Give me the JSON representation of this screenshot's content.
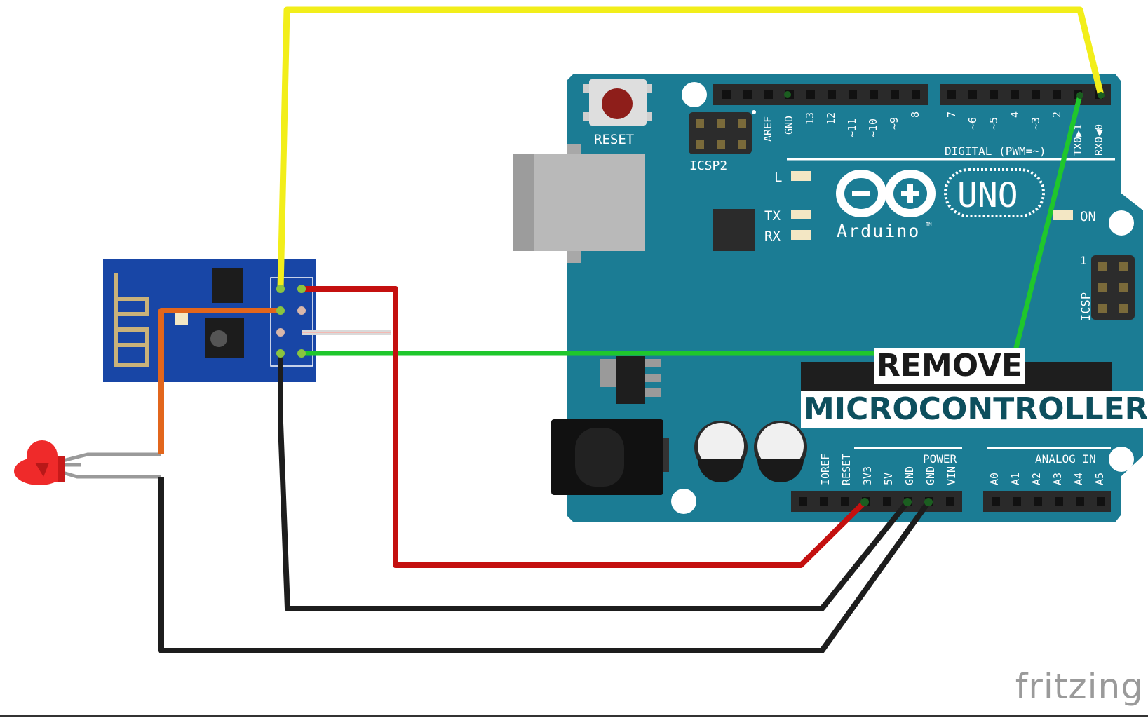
{
  "board": {
    "reset_label": "RESET",
    "icsp2_label": "ICSP2",
    "icsp_label": "ICSP",
    "icsp_pin1": "1",
    "aref": "AREF",
    "gnd": "GND",
    "digital_pins_left": [
      "13",
      "12",
      "~11",
      "~10",
      "~9",
      "8"
    ],
    "digital_pins_right": [
      "7",
      "~6",
      "~5",
      "4",
      "~3",
      "2",
      "TX0▶1",
      "RX0◀0"
    ],
    "digital_label": "DIGITAL (PWM=~)",
    "led_l": "L",
    "led_tx": "TX",
    "led_rx": "RX",
    "led_on": "ON",
    "brand": "Arduino",
    "tm": "TM",
    "model": "UNO",
    "power_label": "POWER",
    "power_pins": [
      "IOREF",
      "RESET",
      "3V3",
      "5V",
      "GND",
      "GND",
      "VIN"
    ],
    "analog_label": "ANALOG IN",
    "analog_pins": [
      "A0",
      "A1",
      "A2",
      "A3",
      "A4",
      "A5"
    ]
  },
  "stamp": {
    "line1": "REMOVE",
    "line2": "MICROCONTROLLER"
  },
  "watermark": "fritzing",
  "colors": {
    "board": "#1b7c94",
    "esp_board": "#1846a6",
    "wire_yellow": "#f2ee1a",
    "wire_red": "#c4100f",
    "wire_green": "#1fc72c",
    "wire_black": "#1d1d1d",
    "wire_orange": "#e2661c",
    "led_red": "#ef2a2a"
  }
}
